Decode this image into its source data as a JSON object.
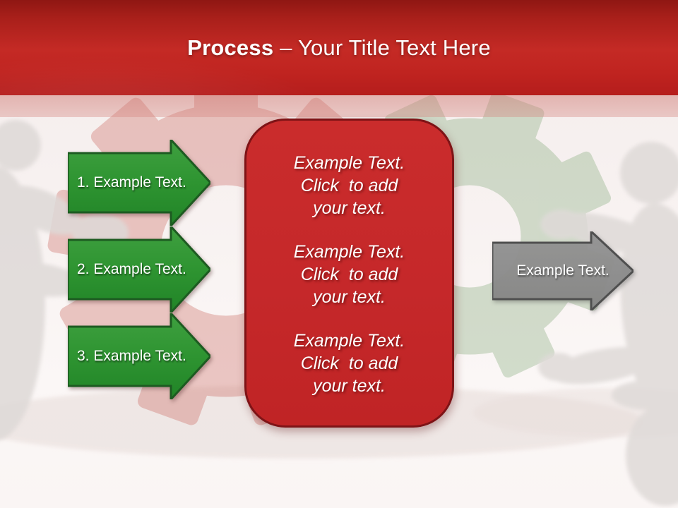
{
  "slide": {
    "header": {
      "title_bold": "Process",
      "title_regular": "– Your Title Text Here"
    },
    "steps": [
      {
        "label": "1. Example Text."
      },
      {
        "label": "2. Example Text."
      },
      {
        "label": "3. Example Text."
      }
    ],
    "panel": {
      "blocks": [
        "Example Text.\nClick  to add\nyour text.",
        "Example Text.\nClick  to add\nyour text.",
        "Example Text.\nClick  to add\nyour text."
      ]
    },
    "output_arrow": {
      "label": "Example Text."
    },
    "colors": {
      "header_red_dark": "#8f1713",
      "header_red_bright": "#c42a25",
      "accent_band_pink": "#d58a84",
      "step_arrow_green": "#2e9431",
      "step_arrow_border": "#1d5b21",
      "panel_red": "#c5282a",
      "panel_border": "#7e1316",
      "output_arrow_gray": "#8b8b8b",
      "output_arrow_border": "#4f4f4f",
      "text_white": "#ffffff"
    }
  }
}
